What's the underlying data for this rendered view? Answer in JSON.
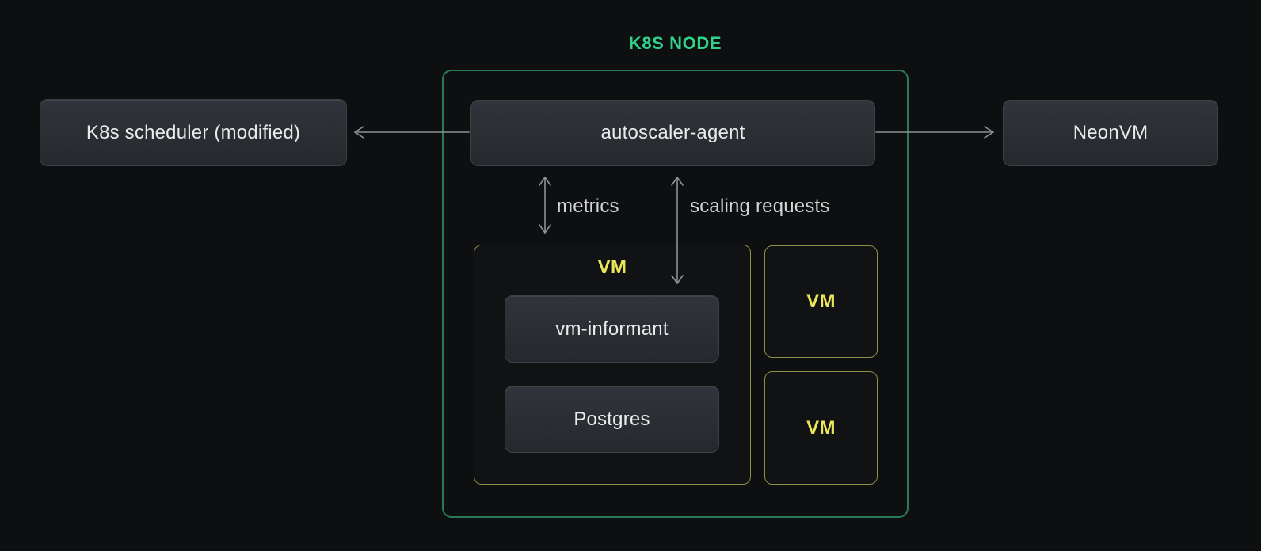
{
  "diagram": {
    "title": "K8S NODE",
    "external": {
      "scheduler_label": "K8s scheduler (modified)",
      "neonvm_label": "NeonVM"
    },
    "node": {
      "agent_label": "autoscaler-agent",
      "main_vm": {
        "label": "VM",
        "components": [
          {
            "label": "vm-informant"
          },
          {
            "label": "Postgres"
          }
        ]
      },
      "vms": [
        {
          "label": "VM"
        },
        {
          "label": "VM"
        }
      ]
    },
    "connections": [
      {
        "from": "autoscaler-agent",
        "to": "K8s scheduler (modified)",
        "type": "arrow",
        "label": ""
      },
      {
        "from": "autoscaler-agent",
        "to": "NeonVM",
        "type": "arrow",
        "label": ""
      },
      {
        "from": "autoscaler-agent",
        "to": "VM",
        "type": "double-arrow",
        "label": "metrics"
      },
      {
        "from": "autoscaler-agent",
        "to": "vm-informant",
        "type": "double-arrow",
        "label": "scaling requests"
      }
    ],
    "colors": {
      "background": "#0e0f10",
      "k8s_node_border": "#2a7a55",
      "k8s_node_title": "#2fd287",
      "vm_border": "#8f9046",
      "vm_label": "#ebe557",
      "box_fill_top": "#31343a",
      "box_fill_bottom": "#26282d",
      "box_border": "#3e4047",
      "box_text": "#e9eaeb",
      "arrow": "#8f9093",
      "edge_label_text": "#d3d4d5"
    }
  }
}
